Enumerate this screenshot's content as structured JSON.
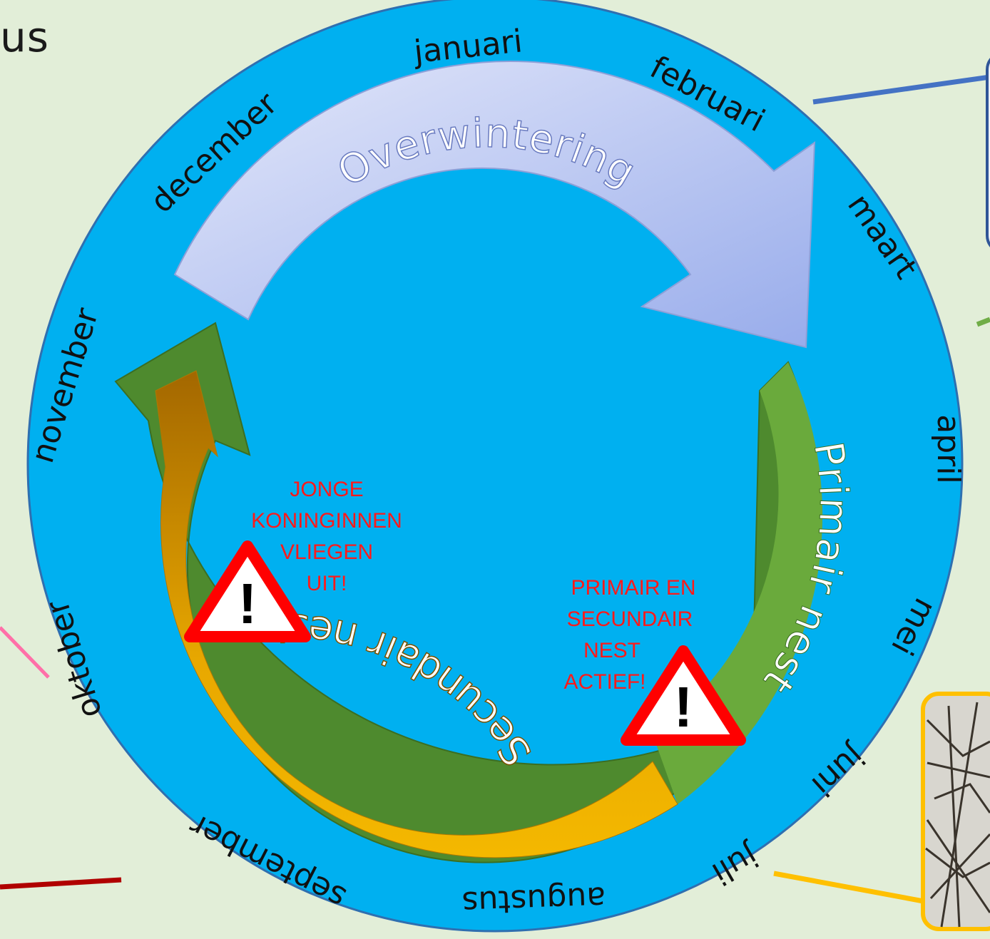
{
  "title_fragment": "us",
  "months": [
    "januari",
    "februari",
    "maart",
    "april",
    "mei",
    "juni",
    "juli",
    "augustus",
    "september",
    "oktober",
    "november",
    "december"
  ],
  "phases": {
    "overwintering": "Overwintering",
    "primary": "Primair nest",
    "secondary": "Secundair nest"
  },
  "warnings": {
    "queens": [
      "JONGE",
      "KONINGINNEN",
      "VLIEGEN",
      "UIT!"
    ],
    "nests": [
      "PRIMAIR EN",
      "SECUNDAIR",
      "NEST",
      "ACTIEF!"
    ],
    "symbol": "!"
  },
  "colors": {
    "background": "#e2eed8",
    "ring": "#00b0f0",
    "ring_edge": "#2f6fb0",
    "overwinter_light": "#dde3f8",
    "overwinter_dark": "#9fb0ea",
    "primary_green": "#6aaa3c",
    "dark_green": "#4e8a2e",
    "secondary_gold": "#f0b400",
    "secondary_brown": "#a66a00",
    "warning_red": "#ff1a1a"
  }
}
